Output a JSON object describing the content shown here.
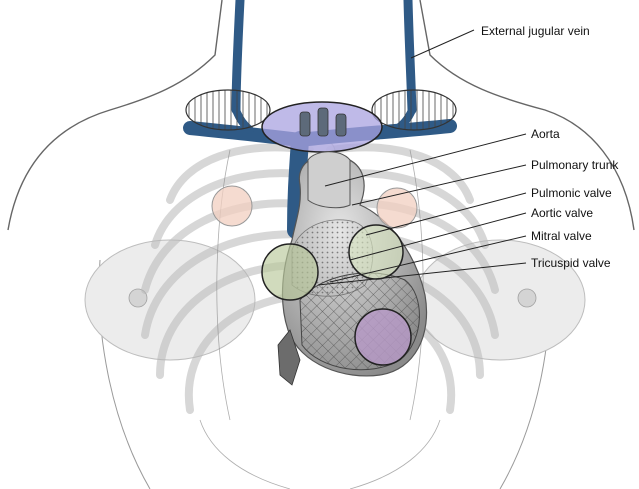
{
  "labels": {
    "external_jugular_vein": "External jugular vein",
    "aorta": "Aorta",
    "pulmonary_trunk": "Pulmonary trunk",
    "pulmonic_valve": "Pulmonic valve",
    "aortic_valve": "Aortic valve",
    "mitral_valve": "Mitral valve",
    "tricuspid_valve": "Tricuspid valve"
  },
  "colors": {
    "vein": "#2f5a86",
    "heart": "#9a9a9a",
    "rib": "#b8b8b8",
    "pulmonic_region": "#f2cfc0",
    "aortic_region": "#d9e6c0",
    "tricuspid_region": "#b9c79a",
    "mitral_region": "#b89ac8",
    "suprasternal_region": "#a9a3e0"
  }
}
